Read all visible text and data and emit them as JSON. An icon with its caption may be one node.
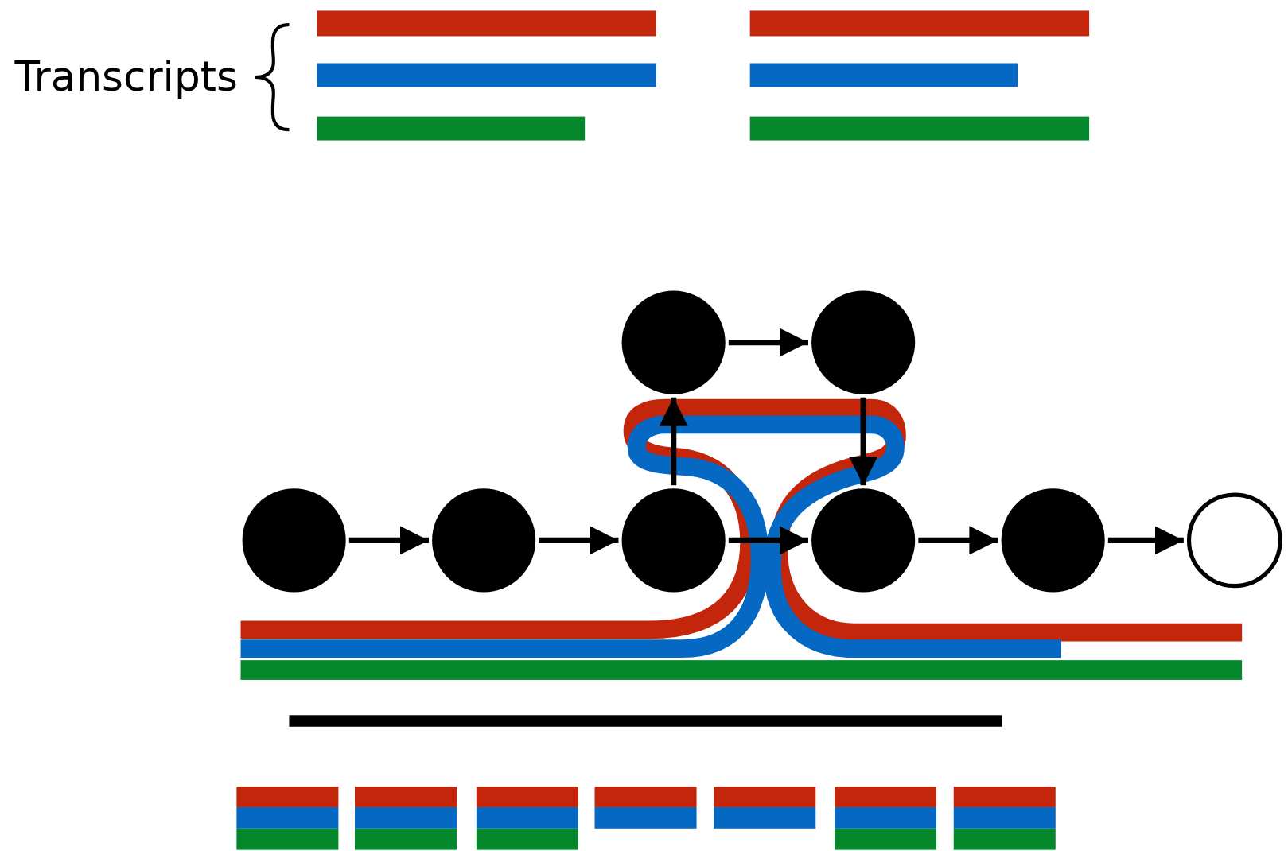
{
  "diagram": {
    "nodes": [
      {
        "text": [],
        "shape": "circle"
      },
      {
        "text": [],
        "shape": "circle"
      },
      {
        "text": [],
        "shape": "circle"
      },
      {
        "text": [],
        "shape": "circle"
      },
      {
        "text": [],
        "shape": "circle"
      },
      {
        "text": [],
        "shape": "circle"
      },
      {
        "text": [],
        "shape": "circle"
      },
      {
        "text": [],
        "shape": "circle"
      }
    ],
    "edges": [
      {
        "from": 2,
        "to": 3,
        "arrow": "to"
      },
      {
        "from": 3,
        "to": 4,
        "arrow": "to"
      },
      {
        "from": 4,
        "to": 0,
        "arrow": "to"
      },
      {
        "from": 0,
        "to": 1,
        "arrow": "to"
      },
      {
        "from": 1,
        "to": 5,
        "arrow": "to"
      },
      {
        "from": 4,
        "to": 5,
        "arrow": "to"
      },
      {
        "from": 5,
        "to": 6,
        "arrow": "to"
      },
      {
        "from": 6,
        "to": 7,
        "arrow": "to"
      }
    ],
    "labels": [
      "Transcripts"
    ]
  }
}
